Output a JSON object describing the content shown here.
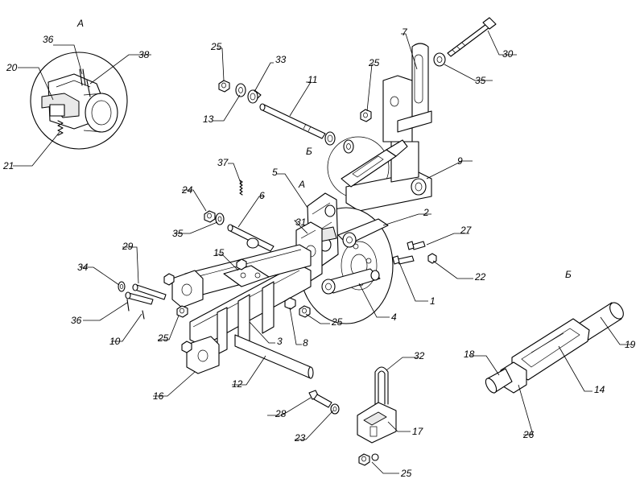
{
  "views": {
    "a": "А",
    "b": "Б"
  },
  "labels": {
    "p1": "1",
    "p2": "2",
    "p3": "3",
    "p4": "4",
    "p5": "5",
    "p6": "6",
    "p7": "7",
    "p8": "8",
    "p9": "9",
    "p10": "10",
    "p11": "11",
    "p12": "12",
    "p13": "13",
    "p14": "14",
    "p15": "15",
    "p16": "16",
    "p17": "17",
    "p18": "18",
    "p19": "19",
    "p20": "20",
    "p21": "21",
    "p22": "22",
    "p23": "23",
    "p24": "24",
    "p25": "25",
    "p26": "26",
    "p27": "27",
    "p28": "28",
    "p29": "29",
    "p30": "30",
    "p31": "31",
    "p32": "32",
    "p33": "33",
    "p34": "34",
    "p35": "35",
    "p36": "36",
    "p37": "37",
    "p38": "38"
  }
}
